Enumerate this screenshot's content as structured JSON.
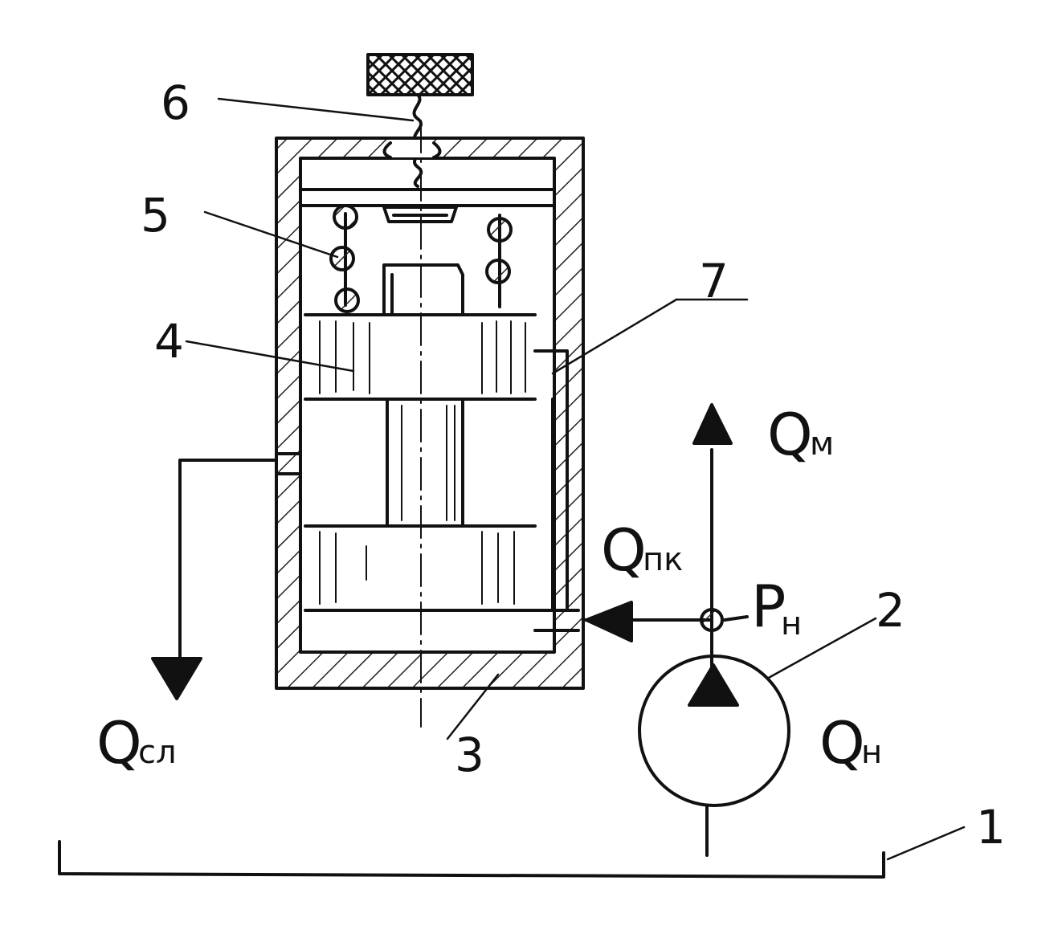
{
  "diagram": {
    "ink_color": "#111111",
    "hatch_color": "#222222",
    "callouts": {
      "c1": "1",
      "c2": "2",
      "c3": "3",
      "c4": "4",
      "c5": "5",
      "c6": "6",
      "c7": "7"
    },
    "flows": {
      "q_main": "Q",
      "q_m_sub": "м",
      "q_pk_sub": "пк",
      "q_sl_sub": "сл",
      "q_n_sub": "н",
      "p_main": "P",
      "p_n_sub": "н"
    }
  }
}
